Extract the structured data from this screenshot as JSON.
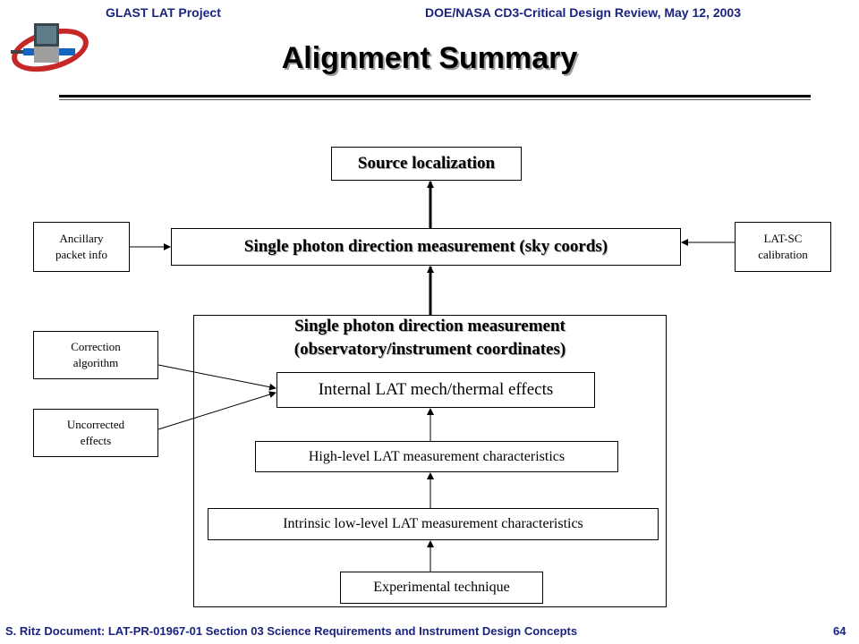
{
  "header": {
    "left": "GLAST LAT Project",
    "right": "DOE/NASA CD3-Critical Design Review, May 12, 2003"
  },
  "title": "Alignment Summary",
  "diagram": {
    "source_localization": "Source localization",
    "single_photon_sky": "Single photon direction measurement (sky coords)",
    "ancillary_line1": "Ancillary",
    "ancillary_line2": "packet info",
    "latsc_line1": "LAT-SC",
    "latsc_line2": "calibration",
    "container_title_line1": "Single photon direction measurement",
    "container_title_line2": "(observatory/instrument coordinates)",
    "correction_line1": "Correction",
    "correction_line2": "algorithm",
    "uncorrected_line1": "Uncorrected",
    "uncorrected_line2": "effects",
    "internal_effects": "Internal LAT mech/thermal effects",
    "high_level": "High-level LAT measurement characteristics",
    "intrinsic_low_level": "Intrinsic low-level LAT measurement characteristics",
    "experimental": "Experimental technique"
  },
  "footer": {
    "left": "S. Ritz  Document: LAT-PR-01967-01   Section 03 Science Requirements and Instrument Design Concepts",
    "page": "64"
  },
  "colors": {
    "header_text": "#1a237e",
    "arrow": "#000000"
  },
  "icons": {
    "logo": "glast-satellite-logo"
  }
}
